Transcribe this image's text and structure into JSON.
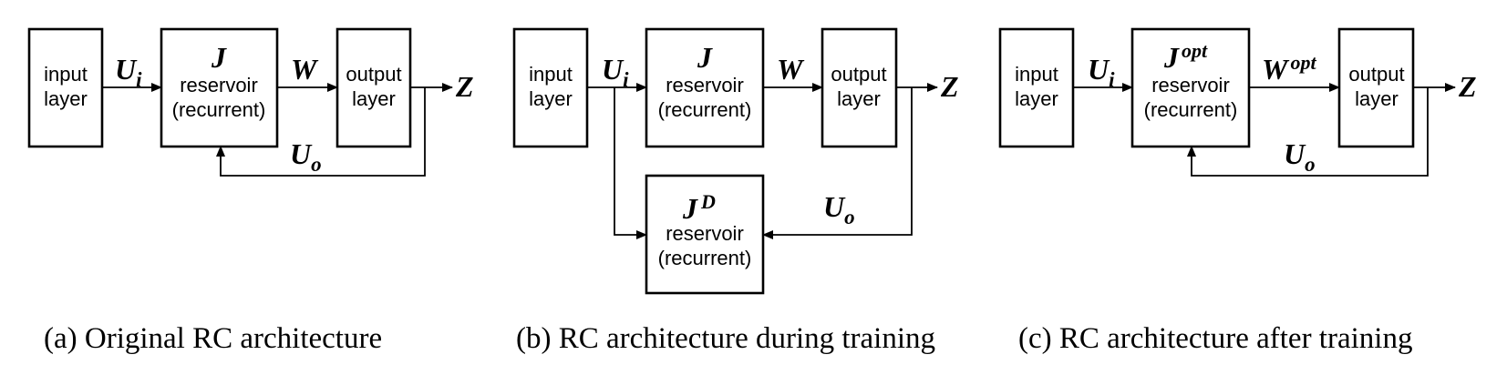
{
  "colors": {
    "highlight": "#e8202a",
    "ink": "#000000"
  },
  "labels": {
    "input_line1": "input",
    "input_line2": "layer",
    "reservoir_line1": "reservoir",
    "reservoir_line2": "(recurrent)",
    "output_line1": "output",
    "output_line2": "layer"
  },
  "symbols": {
    "U": "U",
    "U_in_sub": "i",
    "U_out_sub": "o",
    "J": "J",
    "W": "W",
    "Z": "Z",
    "J_D_sup": "D",
    "opt_sup": "opt"
  },
  "captions": {
    "a": "(a) Original RC architecture",
    "b": "(b) RC architecture during training",
    "c": "(c) RC architecture after training"
  }
}
